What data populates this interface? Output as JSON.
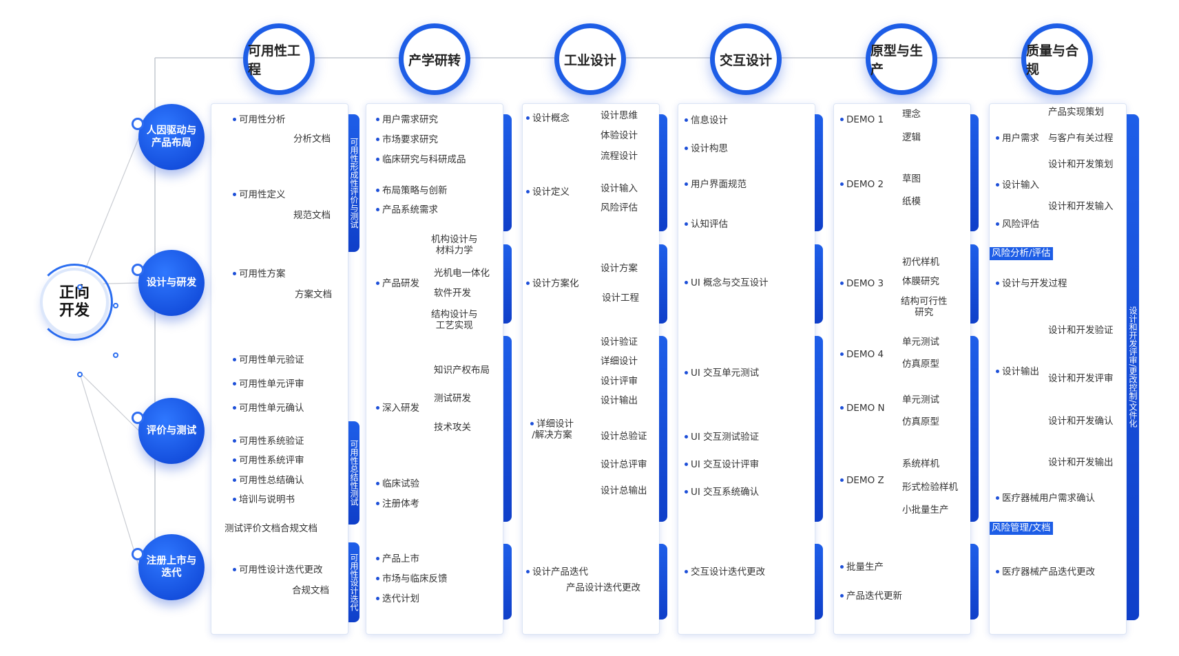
{
  "center": "正向\n开发",
  "headers": [
    "可用性工程",
    "产学研转",
    "工业设计",
    "交互设计",
    "原型与生产",
    "质量与合规"
  ],
  "phases": [
    "人因驱动与\n产品布局",
    "设计与研发",
    "评价与测试",
    "注册上市与\n迭代"
  ],
  "col1": {
    "items": [
      {
        "text": "可用性分析",
        "bullet": true
      },
      {
        "text": "分析文档",
        "bullet": false
      },
      {
        "text": "可用性定义",
        "bullet": true
      },
      {
        "text": "规范文档",
        "bullet": false
      },
      {
        "text": "可用性方案",
        "bullet": true
      },
      {
        "text": "方案文档",
        "bullet": false
      },
      {
        "text": "可用性单元验证",
        "bullet": true
      },
      {
        "text": "可用性单元评审",
        "bullet": true
      },
      {
        "text": "可用性单元确认",
        "bullet": true
      },
      {
        "text": "可用性系统验证",
        "bullet": true
      },
      {
        "text": "可用性系统评审",
        "bullet": true
      },
      {
        "text": "可用性总结确认",
        "bullet": true
      },
      {
        "text": "培训与说明书",
        "bullet": true
      },
      {
        "text": "测试评价文档合规文档",
        "bullet": false
      },
      {
        "text": "可用性设计迭代更改",
        "bullet": true
      },
      {
        "text": "合规文档",
        "bullet": false
      }
    ],
    "bars": [
      "可用性形成性评价与测试",
      "可用性总结性测试",
      "可用性设计迭代"
    ]
  },
  "col2": {
    "items": [
      {
        "text": "用户需求研究",
        "bullet": true
      },
      {
        "text": "市场要求研究",
        "bullet": true
      },
      {
        "text": "临床研究与科研成品",
        "bullet": true
      },
      {
        "text": "布局策略与创新",
        "bullet": true
      },
      {
        "text": "产品系统需求",
        "bullet": true
      },
      {
        "text": "机构设计与\n材料力学",
        "bullet": false
      },
      {
        "text": "产品研发",
        "bullet": true
      },
      {
        "text": "光机电一体化",
        "bullet": false
      },
      {
        "text": "软件开发",
        "bullet": false
      },
      {
        "text": "结构设计与\n工艺实现",
        "bullet": false
      },
      {
        "text": "知识产权布局",
        "bullet": false
      },
      {
        "text": "深入研发",
        "bullet": true
      },
      {
        "text": "测试研发",
        "bullet": false
      },
      {
        "text": "技术攻关",
        "bullet": false
      },
      {
        "text": "临床试验",
        "bullet": true
      },
      {
        "text": "注册体考",
        "bullet": true
      },
      {
        "text": "产品上市",
        "bullet": true
      },
      {
        "text": "市场与临床反馈",
        "bullet": true
      },
      {
        "text": "迭代计划",
        "bullet": true
      }
    ]
  },
  "col3": {
    "items": [
      {
        "text": "设计概念",
        "bullet": true
      },
      {
        "text": "设计思维",
        "bullet": false
      },
      {
        "text": "体验设计",
        "bullet": false
      },
      {
        "text": "流程设计",
        "bullet": false
      },
      {
        "text": "设计定义",
        "bullet": true
      },
      {
        "text": "设计输入",
        "bullet": false
      },
      {
        "text": "风险评估",
        "bullet": false
      },
      {
        "text": "设计方案",
        "bullet": false
      },
      {
        "text": "设计方案化",
        "bullet": true
      },
      {
        "text": "设计工程",
        "bullet": false
      },
      {
        "text": "设计验证",
        "bullet": false
      },
      {
        "text": "详细设计",
        "bullet": false
      },
      {
        "text": "设计评审",
        "bullet": false
      },
      {
        "text": "设计输出",
        "bullet": false
      },
      {
        "text": "详细设计\n/解决方案",
        "bullet": true
      },
      {
        "text": "设计总验证",
        "bullet": false
      },
      {
        "text": "设计总评审",
        "bullet": false
      },
      {
        "text": "设计总输出",
        "bullet": false
      },
      {
        "text": "设计产品迭代",
        "bullet": true
      },
      {
        "text": "产品设计迭代更改",
        "bullet": false
      }
    ]
  },
  "col4": {
    "items": [
      {
        "text": "信息设计",
        "bullet": true
      },
      {
        "text": "设计构思",
        "bullet": true
      },
      {
        "text": "用户界面规范",
        "bullet": true
      },
      {
        "text": "认知评估",
        "bullet": true
      },
      {
        "text": "UI 概念与交互设计",
        "bullet": true
      },
      {
        "text": "UI 交互单元测试",
        "bullet": true
      },
      {
        "text": "UI 交互测试验证",
        "bullet": true
      },
      {
        "text": "UI 交互设计评审",
        "bullet": true
      },
      {
        "text": "UI 交互系统确认",
        "bullet": true
      },
      {
        "text": "交互设计迭代更改",
        "bullet": true
      }
    ]
  },
  "col5": {
    "items": [
      {
        "text": "DEMO 1",
        "bullet": true
      },
      {
        "text": "理念",
        "bullet": false
      },
      {
        "text": "逻辑",
        "bullet": false
      },
      {
        "text": "DEMO 2",
        "bullet": true
      },
      {
        "text": "草图",
        "bullet": false
      },
      {
        "text": "纸模",
        "bullet": false
      },
      {
        "text": "初代样机",
        "bullet": false
      },
      {
        "text": "体膜研究",
        "bullet": false
      },
      {
        "text": "DEMO 3",
        "bullet": true
      },
      {
        "text": "结构可行性\n研究",
        "bullet": false
      },
      {
        "text": "单元测试",
        "bullet": false
      },
      {
        "text": "DEMO 4",
        "bullet": true
      },
      {
        "text": "仿真原型",
        "bullet": false
      },
      {
        "text": "单元测试",
        "bullet": false
      },
      {
        "text": "DEMO N",
        "bullet": true
      },
      {
        "text": "仿真原型",
        "bullet": false
      },
      {
        "text": "系统样机",
        "bullet": false
      },
      {
        "text": "DEMO Z",
        "bullet": true
      },
      {
        "text": "形式检验样机",
        "bullet": false
      },
      {
        "text": "小批量生产",
        "bullet": false
      },
      {
        "text": "批量生产",
        "bullet": true
      },
      {
        "text": "产品迭代更新",
        "bullet": true
      }
    ]
  },
  "col6": {
    "items": [
      {
        "text": "产品实现策划",
        "bullet": false
      },
      {
        "text": "用户需求",
        "bullet": true
      },
      {
        "text": "与客户有关过程",
        "bullet": false
      },
      {
        "text": "设计和开发策划",
        "bullet": false
      },
      {
        "text": "设计输入",
        "bullet": true
      },
      {
        "text": "设计和开发输入",
        "bullet": false
      },
      {
        "text": "风险评估",
        "bullet": true
      },
      {
        "text": "设计与开发过程",
        "bullet": true
      },
      {
        "text": "设计和开发验证",
        "bullet": false
      },
      {
        "text": "设计输出",
        "bullet": true
      },
      {
        "text": "设计和开发评审",
        "bullet": false
      },
      {
        "text": "设计和开发确认",
        "bullet": false
      },
      {
        "text": "设计和开发输出",
        "bullet": false
      },
      {
        "text": "医疗器械用户需求确认",
        "bullet": true
      },
      {
        "text": "医疗器械产品迭代更改",
        "bullet": true
      }
    ],
    "tags": [
      "风险分析/评估",
      "风险管理/文档"
    ],
    "bar": "设计和开发评审/更改控制/文件化"
  }
}
